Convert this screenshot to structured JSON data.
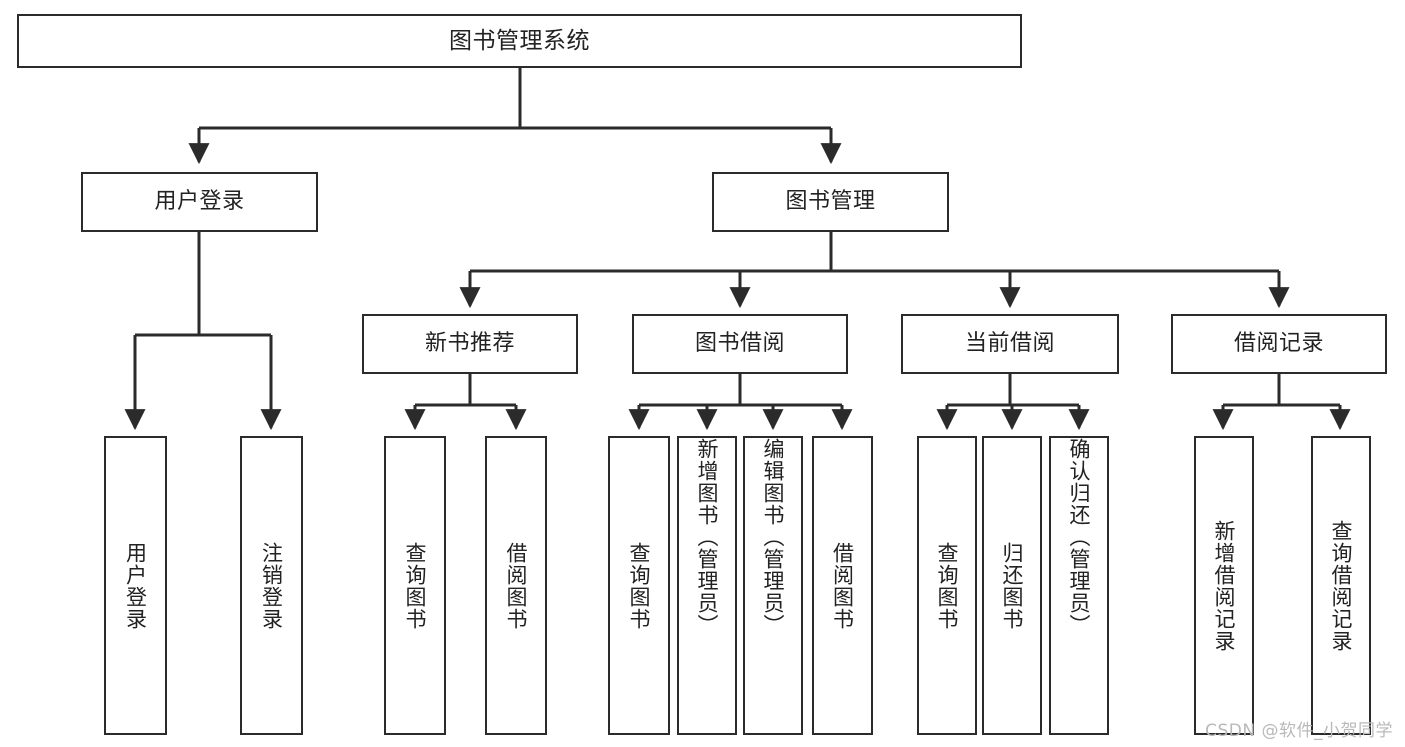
{
  "diagram": {
    "title": "图书管理系统",
    "type": "functional-hierarchy-tree",
    "watermark": "CSDN @软件_小贺同学",
    "colors": {
      "background": "#ffffff",
      "box_border": "#2b2b2b",
      "box_fill": "#ffffff",
      "connector": "#2b2b2b",
      "text": "#222222",
      "watermark": "#b9b9b9"
    }
  },
  "nodes": {
    "root": {
      "label": "图书管理系统"
    },
    "level1": [
      {
        "label": "用户登录"
      },
      {
        "label": "图书管理"
      }
    ],
    "level2": [
      {
        "label": "新书推荐"
      },
      {
        "label": "图书借阅"
      },
      {
        "label": "当前借阅"
      },
      {
        "label": "借阅记录"
      }
    ],
    "leaves": {
      "user_login": [
        {
          "label": "用户登录"
        },
        {
          "label": "注销登录"
        }
      ],
      "new_book_recommend": [
        {
          "label": "查询图书"
        },
        {
          "label": "借阅图书"
        }
      ],
      "book_borrow": [
        {
          "label": "查询图书"
        },
        {
          "label": "新增图书（管理员）"
        },
        {
          "label": "编辑图书（管理员）"
        },
        {
          "label": "借阅图书"
        }
      ],
      "current_borrow": [
        {
          "label": "查询图书"
        },
        {
          "label": "归还图书"
        },
        {
          "label": "确认归还（管理员）"
        }
      ],
      "borrow_records": [
        {
          "label": "新增借阅记录"
        },
        {
          "label": "查询借阅记录"
        }
      ]
    }
  }
}
